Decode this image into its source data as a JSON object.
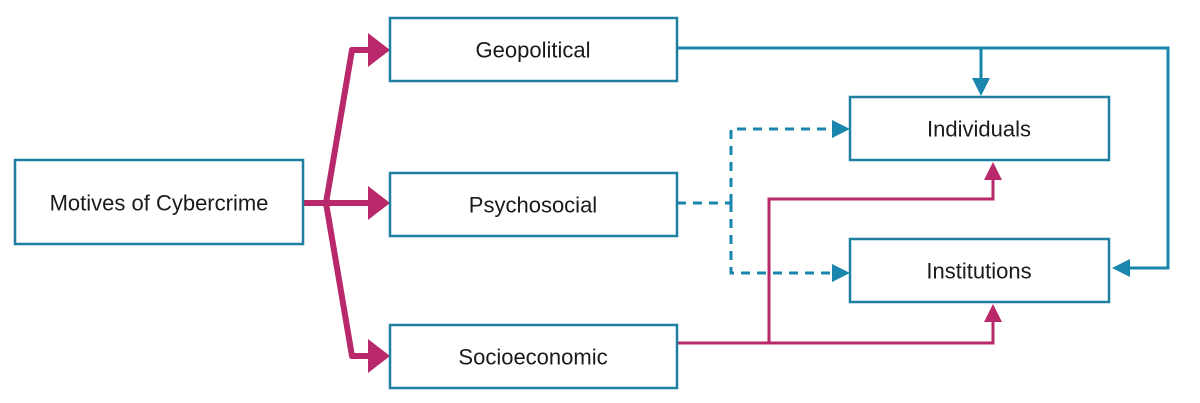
{
  "nodes": {
    "motives": {
      "label": "Motives of Cybercrime"
    },
    "geopolitical": {
      "label": "Geopolitical"
    },
    "psychosocial": {
      "label": "Psychosocial"
    },
    "socioeconomic": {
      "label": "Socioeconomic"
    },
    "individuals": {
      "label": "Individuals"
    },
    "institutions": {
      "label": "Institutions"
    }
  },
  "colors": {
    "box_border": "#1f7fa0",
    "motive_arrows": "#b8286a",
    "geopolitical_arrows": "#1a85ad",
    "psychosocial_arrows": "#1a85ad",
    "socioeconomic_arrows": "#b8286a"
  }
}
